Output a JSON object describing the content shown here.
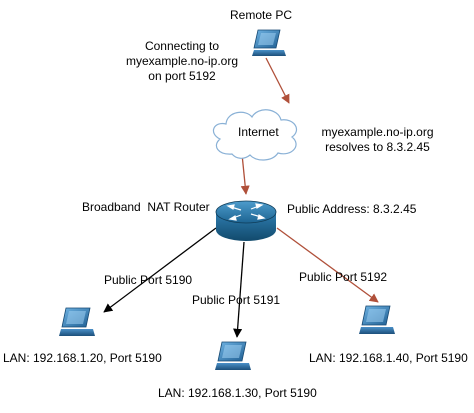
{
  "colors": {
    "arrow_red": "#b0503a",
    "arrow_black": "#000000",
    "router_blue": "#1a5e86",
    "monitor_blue": "#2b78b6",
    "cloud_stroke": "#8ab1d6"
  },
  "nodes": {
    "remote_pc": {
      "label": "Remote PC",
      "icon": "computer-icon"
    },
    "internet": {
      "label": "Internet",
      "icon": "cloud-icon"
    },
    "router": {
      "label": "Broadband  NAT Router",
      "icon": "router-icon"
    },
    "pc_left": {
      "label": "LAN: 192.168.1.20, Port 5190",
      "icon": "computer-icon"
    },
    "pc_middle": {
      "label": "LAN: 192.168.1.30, Port 5190",
      "icon": "computer-icon"
    },
    "pc_right": {
      "label": "LAN: 192.168.1.40, Port 5190",
      "icon": "computer-icon"
    }
  },
  "annotations": {
    "connecting_line1": "Connecting to",
    "connecting_line2": "myexample.no-ip.org",
    "connecting_line3": "on port 5192",
    "resolves_line1": "myexample.no-ip.org",
    "resolves_line2": "resolves to 8.3.2.45",
    "public_address": "Public Address: 8.3.2.45"
  },
  "edges": {
    "left": "Public Port 5190",
    "middle": "Public Port 5191",
    "right": "Public Port 5192"
  }
}
